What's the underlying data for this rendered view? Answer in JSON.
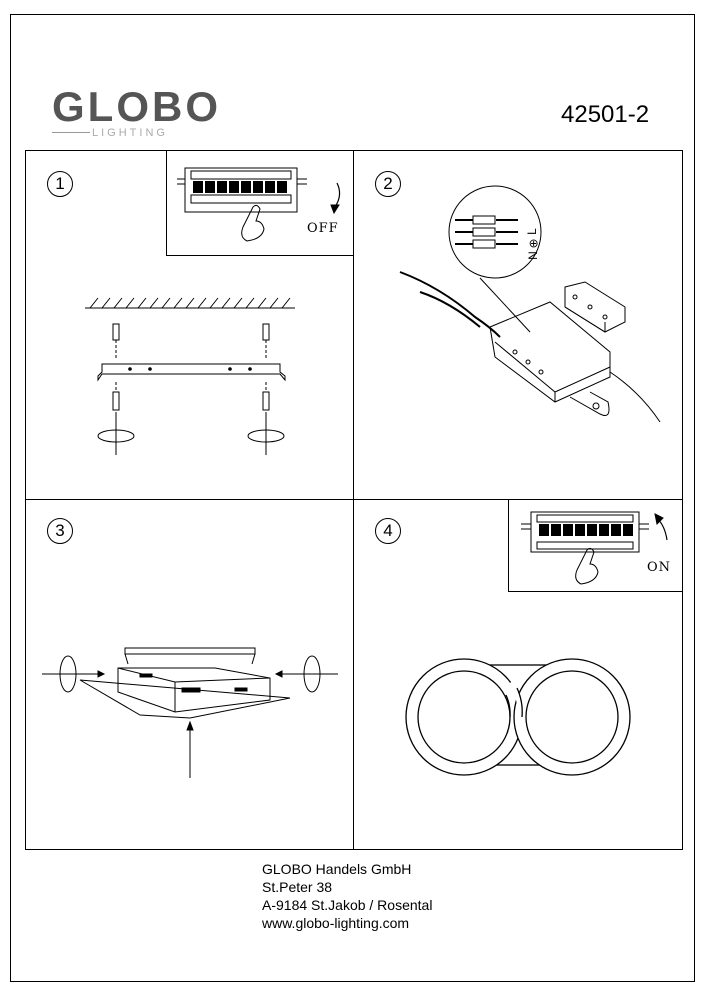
{
  "brand": {
    "name": "GLOBO",
    "sub": "LIGHTING"
  },
  "model_number": "42501-2",
  "steps": [
    {
      "number": "1",
      "switch_label": "OFF"
    },
    {
      "number": "2",
      "terminal_labels": [
        "L",
        "⊕",
        "N"
      ]
    },
    {
      "number": "3"
    },
    {
      "number": "4",
      "switch_label": "ON"
    }
  ],
  "address": {
    "company": "GLOBO Handels GmbH",
    "street": "St.Peter 38",
    "city": "A-9184 St.Jakob / Rosental",
    "web": "www.globo-lighting.com"
  }
}
